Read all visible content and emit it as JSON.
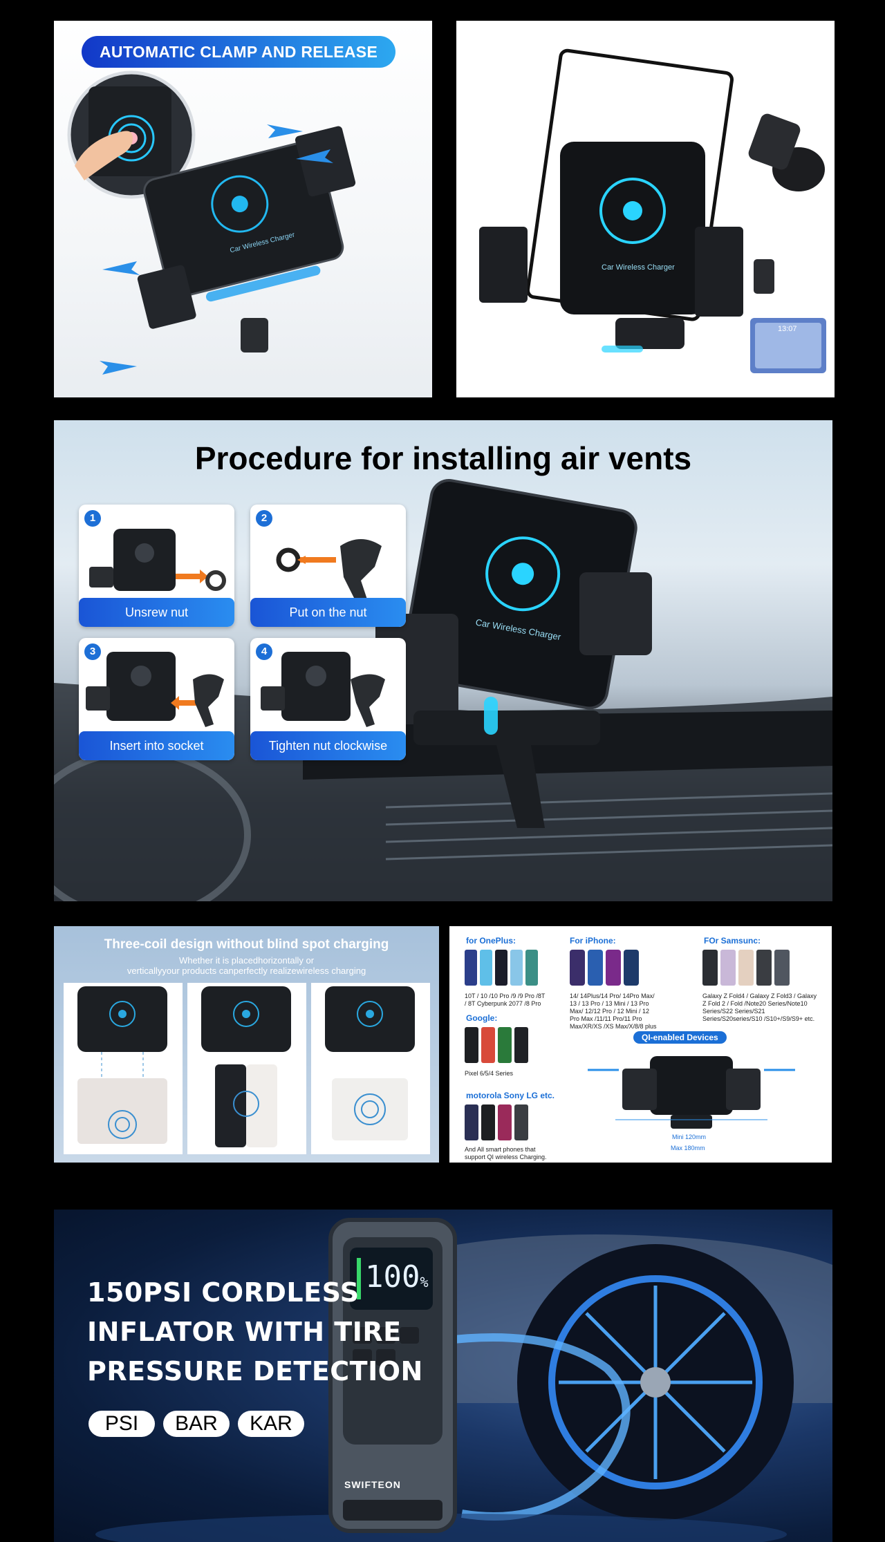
{
  "section1": {
    "badge": "AUTOMATIC CLAMP AND RELEASE",
    "charger_label": "Car Wireless Charger",
    "tablet_time": "13:07"
  },
  "section2": {
    "title": "Procedure for installing air vents",
    "steps": [
      {
        "num": "1",
        "label": "Unsrew nut"
      },
      {
        "num": "2",
        "label": "Put on the nut"
      },
      {
        "num": "3",
        "label": "Insert into socket"
      },
      {
        "num": "4",
        "label": "Tighten nut clockwise"
      }
    ],
    "charger_label": "Car Wireless Charger"
  },
  "section3": {
    "left": {
      "title": "Three-coil design without blind spot charging",
      "subtitle_line1": "Whether it is placedhorizontally or",
      "subtitle_line2": "verticallyyour products canperfectly realizewireless charging"
    },
    "right": {
      "oneplus_head": "for OnePlus:",
      "oneplus_text": "10T / 10 /10 Pro /9 /9 Pro /8T / 8T Cyberpunk 2077 /8 Pro",
      "iphone_head": "For iPhone:",
      "iphone_text": "14/ 14Plus/14 Pro/ 14Pro Max/ 13 / 13 Pro / 13 Mini / 13 Pro Max/ 12/12 Pro / 12 Mini / 12 Pro Max /11/11 Pro/11 Pro Max/XR/XS /XS Max/X/8/8 plus",
      "samsung_head": "FOr Samsunc:",
      "samsung_text": "Galaxy Z Fold4 / Galaxy Z Fold3 / Galaxy Z Fold 2 / Fold /Note20 Series/Note10 Series/S22 Series/S21 Series/S20series/S10 /S10+/S9/S9+ etc.",
      "google_head": "Google:",
      "google_text": "Pixel 6/5/4 Series",
      "qi_badge": "QI-enabled Devices",
      "moto_head": "motorola Sony LG etc.",
      "moto_text1": "And All smart phones that",
      "moto_text2": "support QI wireless Charging.",
      "mini": "Mini 120mm",
      "max": "Max 180mm"
    }
  },
  "section4": {
    "line1": "150PSI CORDLESS",
    "line2": "INFLATOR WITH TIRE",
    "line3": "PRESSURE DETECTION",
    "units": [
      "PSI",
      "BAR",
      "KAR"
    ],
    "brand": "SWIFTEON",
    "display_value": "100",
    "display_unit": "%"
  },
  "colors": {
    "accent_blue": "#1d6fd6",
    "qi_glow": "#2ad4ff"
  }
}
